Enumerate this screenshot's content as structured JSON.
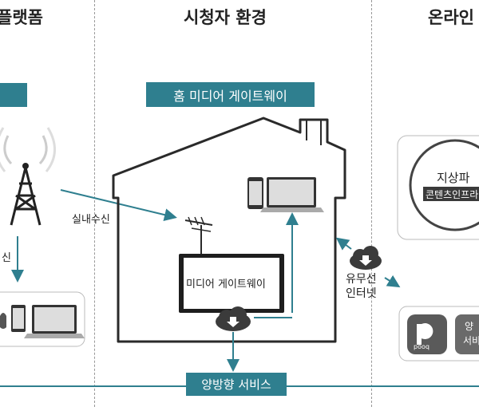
{
  "headers": {
    "left": "플랫폼",
    "center": "시청자 환경",
    "right": "온라인"
  },
  "labels": {
    "home_gateway_top": "홈 미디어 게이트웨이",
    "tv_screen": "미디어 게이트웨이",
    "indoor_reception": "실내수신",
    "left_receive": "신",
    "wired_wireless": "유무선",
    "internet": "인터넷",
    "bidirectional_service": "양방향 서비스",
    "terrestrial": "지상파",
    "content_provider": "콘텐츠인프라",
    "pooq": "pooq",
    "service_partial_1": "양",
    "service_partial_2": "서비"
  },
  "colors": {
    "accent": "#2f7f8f",
    "line": "#2a2a2a"
  }
}
